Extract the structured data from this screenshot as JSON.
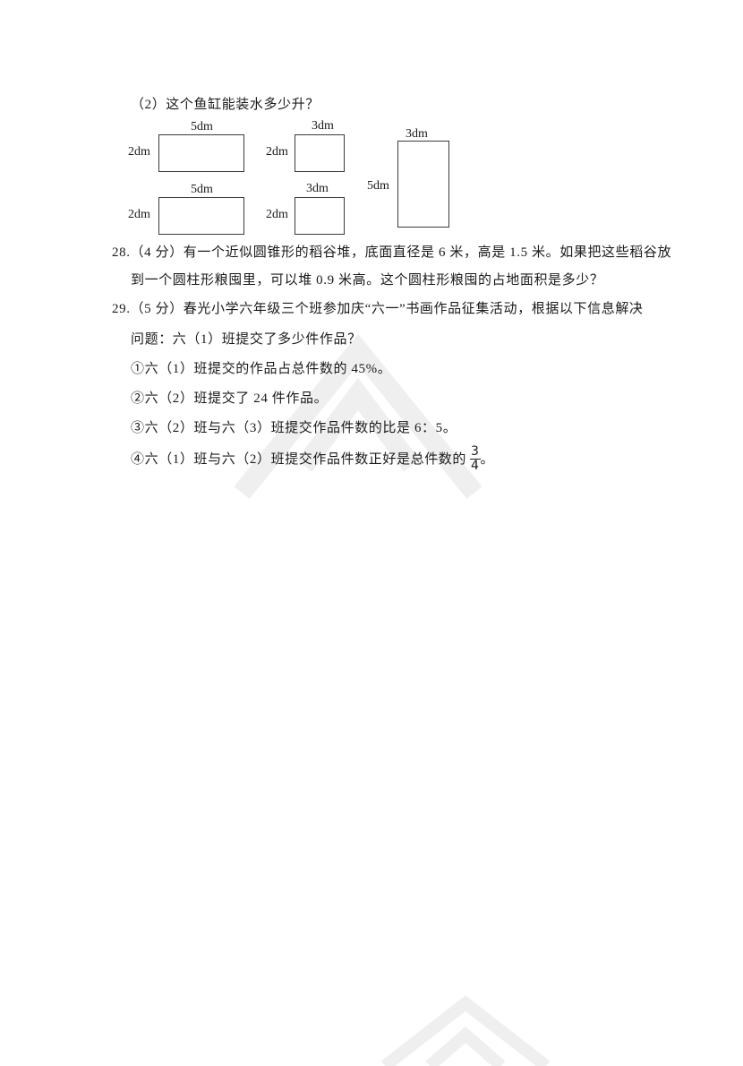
{
  "document": {
    "subquestion_2": {
      "text": "（2）这个鱼缸能装水多少升？"
    },
    "diagram": {
      "shapes": [
        {
          "id": "front-top",
          "width_label": "5dm",
          "height_label": "2dm"
        },
        {
          "id": "side-top",
          "width_label": "3dm",
          "height_label": "2dm"
        },
        {
          "id": "front-bottom",
          "width_label": "5dm",
          "height_label": "2dm"
        },
        {
          "id": "side-bottom",
          "width_label": "3dm",
          "height_label": "2dm"
        },
        {
          "id": "tall-face",
          "width_label": "3dm",
          "height_label": "5dm"
        }
      ]
    },
    "q28": {
      "line1": "28.（4 分）有一个近似圆锥形的稻谷堆，底面直径是 6 米，高是 1.5 米。如果把这些稻谷放",
      "line2": "到一个圆柱形粮囤里，可以堆 0.9 米高。这个圆柱形粮囤的占地面积是多少？"
    },
    "q29": {
      "line1": "29.（5 分）春光小学六年级三个班参加庆“六一”书画作品征集活动，根据以下信息解决",
      "line2": "问题：六（1）班提交了多少件作品？",
      "info": [
        {
          "text": "①六（1）班提交的作品占总件数的 45%。"
        },
        {
          "text": "②六（2）班提交了 24 件作品。"
        },
        {
          "text": "③六（2）班与六（3）班提交作品件数的比是 6：5。"
        },
        {
          "text": "④六（1）班与六（2）班提交作品件数正好是总件数的",
          "fraction": {
            "numerator": "3",
            "denominator": "4"
          },
          "suffix": "。"
        }
      ]
    }
  }
}
